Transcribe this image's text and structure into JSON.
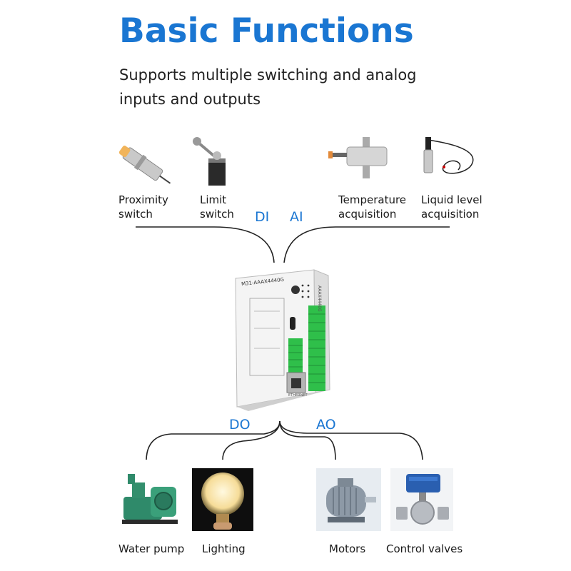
{
  "header": {
    "title": "Basic Functions",
    "subtitle": "Supports multiple switching and analog inputs and outputs"
  },
  "inputs": {
    "proximity_switch": "Proximity switch",
    "limit_switch": "Limit switch",
    "temperature": "Temperature acquisition",
    "liquid_level": "Liquid level acquisition"
  },
  "channels": {
    "di": "DI",
    "ai": "AI",
    "do": "DO",
    "ao": "AO"
  },
  "device": {
    "model": "M31-AAAX4440G",
    "side_code": "AAAX4440G",
    "port_label": "ETHERNET"
  },
  "outputs": {
    "water_pump": "Water pump",
    "lighting": "Lighting",
    "motors": "Motors",
    "control_valves": "Control valves"
  },
  "colors": {
    "accent": "#1a76d2",
    "terminal_green": "#2fbf4a",
    "line": "#222222"
  }
}
